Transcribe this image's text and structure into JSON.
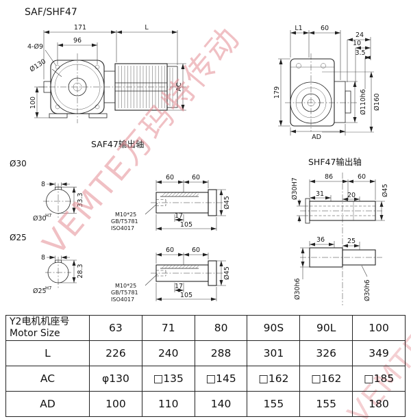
{
  "title": "SAF/SHF47",
  "watermark": "VEMTE万玛特传动",
  "watermark2": "VEMTE",
  "front_view": {
    "dim_171": "171",
    "dim_L": "L",
    "dim_holes": "4-Ø9",
    "dim_96": "96",
    "dim_flange": "Ø130",
    "dim_100": "100",
    "dim_AC": "AC"
  },
  "side_view": {
    "dim_L1": "L1",
    "dim_60": "60",
    "dim_24": "24",
    "dim_10": "10",
    "dim_3_5": "3.5",
    "dim_179": "179",
    "dim_d110": "Ø110h6",
    "dim_d160": "Ø160",
    "dim_AD": "AD"
  },
  "saf_shaft": {
    "section_title": "SAF47输出轴",
    "s30": {
      "label": "Ø30",
      "key_w": "8",
      "key_h": "33.3",
      "bore": "Ø30",
      "bore_tol": "H7",
      "len1": "60",
      "len2": "60",
      "len3": "17",
      "len_total": "105",
      "note1": "M10*25",
      "note2": "GB/T5781",
      "note3": "ISO4017",
      "hub": "Ø45"
    },
    "s25": {
      "label": "Ø25",
      "key_w": "8",
      "key_h": "28.3",
      "bore": "Ø25",
      "bore_tol": "H7",
      "len1": "60",
      "len2": "60",
      "len3": "17",
      "len_total": "105",
      "note1": "M10*25",
      "note2": "GB/T5781",
      "note3": "ISO4017",
      "hub": "Ø45"
    }
  },
  "shf_shaft": {
    "section_title": "SHF47输出轴",
    "bore": "Ø30H7",
    "dim_86": "86",
    "dim_60": "60",
    "hub": "Ø45",
    "dim_31": "31",
    "dim_20": "20",
    "dim_36": "36",
    "dim_25": "25",
    "end_left": "Ø30h6",
    "end_right": "Ø30h6"
  },
  "table": {
    "header_cn": "Y2电机机座号",
    "header_en": "Motor Size",
    "sizes": [
      "63",
      "71",
      "80",
      "90S",
      "90L",
      "100"
    ],
    "rows": [
      {
        "label": "L",
        "values": [
          "226",
          "240",
          "288",
          "301",
          "326",
          "349"
        ]
      },
      {
        "label": "AC",
        "values": [
          "φ130",
          "□135",
          "□145",
          "□162",
          "□162",
          "□185"
        ]
      },
      {
        "label": "AD",
        "values": [
          "100",
          "110",
          "140",
          "155",
          "155",
          "180"
        ]
      }
    ]
  }
}
